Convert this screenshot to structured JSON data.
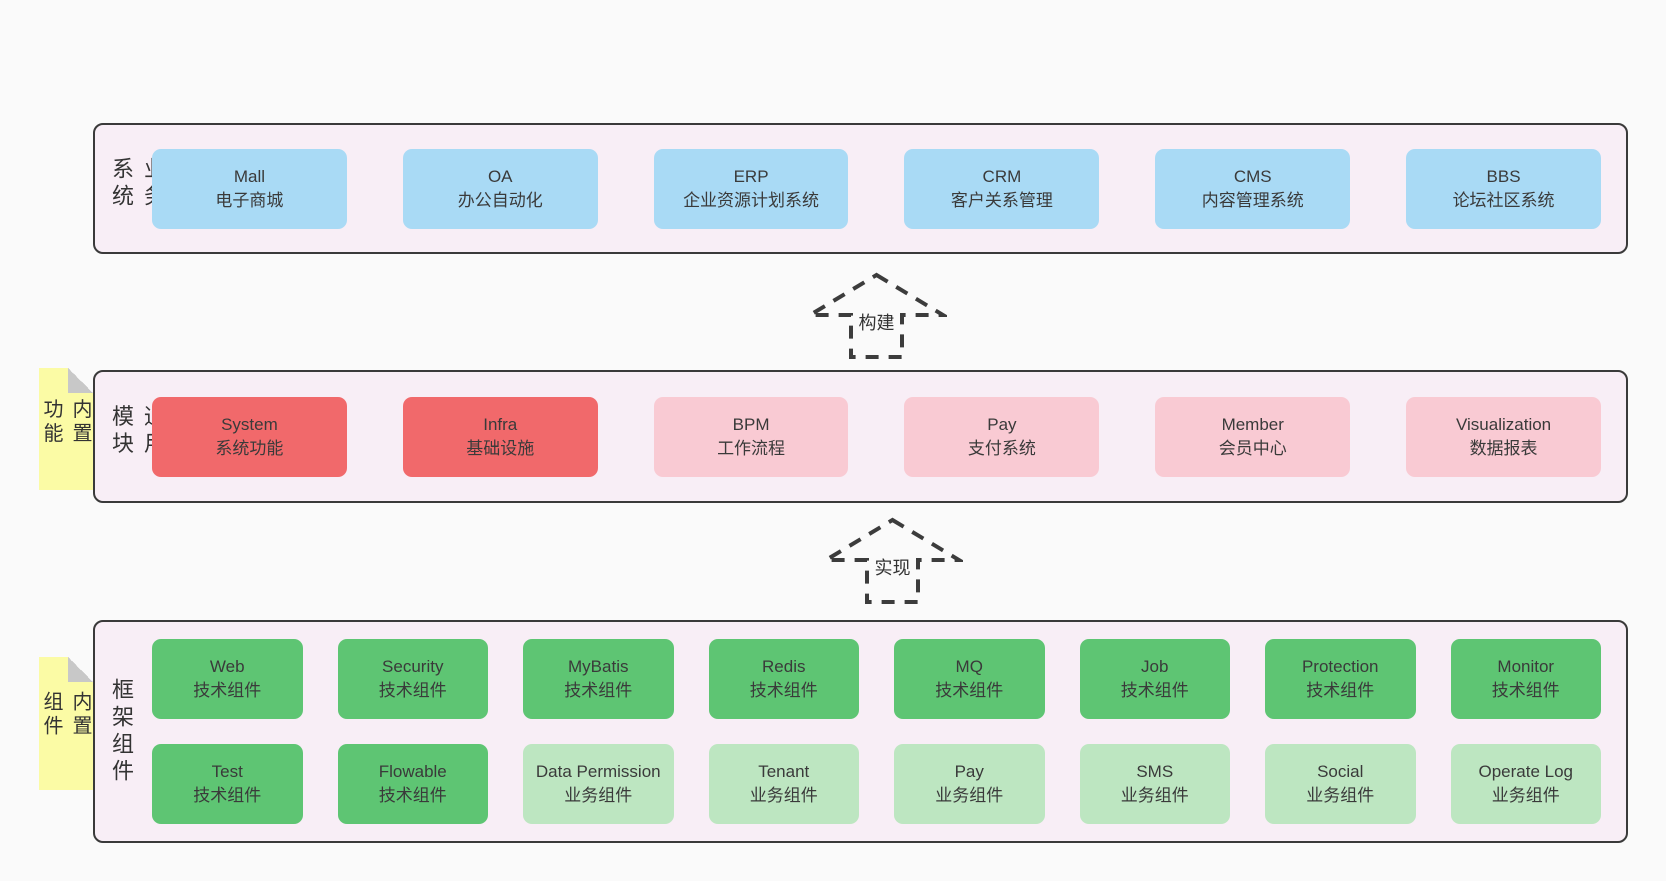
{
  "colors": {
    "blue": "#a9daf5",
    "red": "#f1696b",
    "pink": "#f9cad3",
    "green": "#5ec573",
    "green_light": "#bde6c1",
    "panel_bg": "#f8eef6",
    "panel_border": "#3a3a3a",
    "sticky_bg": "#fbfba5",
    "sticky_fold": "#c8c8c8",
    "page_bg": "#fafafa",
    "text": "#3a3a3a"
  },
  "arrows": [
    {
      "label": "构建"
    },
    {
      "label": "实现"
    }
  ],
  "layers": [
    {
      "label": "业务系统",
      "sticky": null,
      "rows": [
        [
          {
            "name": "Mall",
            "subtitle": "电子商城",
            "variant": "blue"
          },
          {
            "name": "OA",
            "subtitle": "办公自动化",
            "variant": "blue"
          },
          {
            "name": "ERP",
            "subtitle": "企业资源计划系统",
            "variant": "blue"
          },
          {
            "name": "CRM",
            "subtitle": "客户关系管理",
            "variant": "blue"
          },
          {
            "name": "CMS",
            "subtitle": "内容管理系统",
            "variant": "blue"
          },
          {
            "name": "BBS",
            "subtitle": "论坛社区系统",
            "variant": "blue"
          }
        ]
      ]
    },
    {
      "label": "通用模块",
      "sticky": "内置功能",
      "rows": [
        [
          {
            "name": "System",
            "subtitle": "系统功能",
            "variant": "red"
          },
          {
            "name": "Infra",
            "subtitle": "基础设施",
            "variant": "red"
          },
          {
            "name": "BPM",
            "subtitle": "工作流程",
            "variant": "pink"
          },
          {
            "name": "Pay",
            "subtitle": "支付系统",
            "variant": "pink"
          },
          {
            "name": "Member",
            "subtitle": "会员中心",
            "variant": "pink"
          },
          {
            "name": "Visualization",
            "subtitle": "数据报表",
            "variant": "pink"
          }
        ]
      ]
    },
    {
      "label": "框架组件",
      "sticky": "内置组件",
      "rows": [
        [
          {
            "name": "Web",
            "subtitle": "技术组件",
            "variant": "green"
          },
          {
            "name": "Security",
            "subtitle": "技术组件",
            "variant": "green"
          },
          {
            "name": "MyBatis",
            "subtitle": "技术组件",
            "variant": "green"
          },
          {
            "name": "Redis",
            "subtitle": "技术组件",
            "variant": "green"
          },
          {
            "name": "MQ",
            "subtitle": "技术组件",
            "variant": "green"
          },
          {
            "name": "Job",
            "subtitle": "技术组件",
            "variant": "green"
          },
          {
            "name": "Protection",
            "subtitle": "技术组件",
            "variant": "green"
          },
          {
            "name": "Monitor",
            "subtitle": "技术组件",
            "variant": "green"
          }
        ],
        [
          {
            "name": "Test",
            "subtitle": "技术组件",
            "variant": "green"
          },
          {
            "name": "Flowable",
            "subtitle": "技术组件",
            "variant": "green"
          },
          {
            "name": "Data Permission",
            "subtitle": "业务组件",
            "variant": "green_light"
          },
          {
            "name": "Tenant",
            "subtitle": "业务组件",
            "variant": "green_light"
          },
          {
            "name": "Pay",
            "subtitle": "业务组件",
            "variant": "green_light"
          },
          {
            "name": "SMS",
            "subtitle": "业务组件",
            "variant": "green_light"
          },
          {
            "name": "Social",
            "subtitle": "业务组件",
            "variant": "green_light"
          },
          {
            "name": "Operate Log",
            "subtitle": "业务组件",
            "variant": "green_light"
          }
        ]
      ]
    }
  ]
}
